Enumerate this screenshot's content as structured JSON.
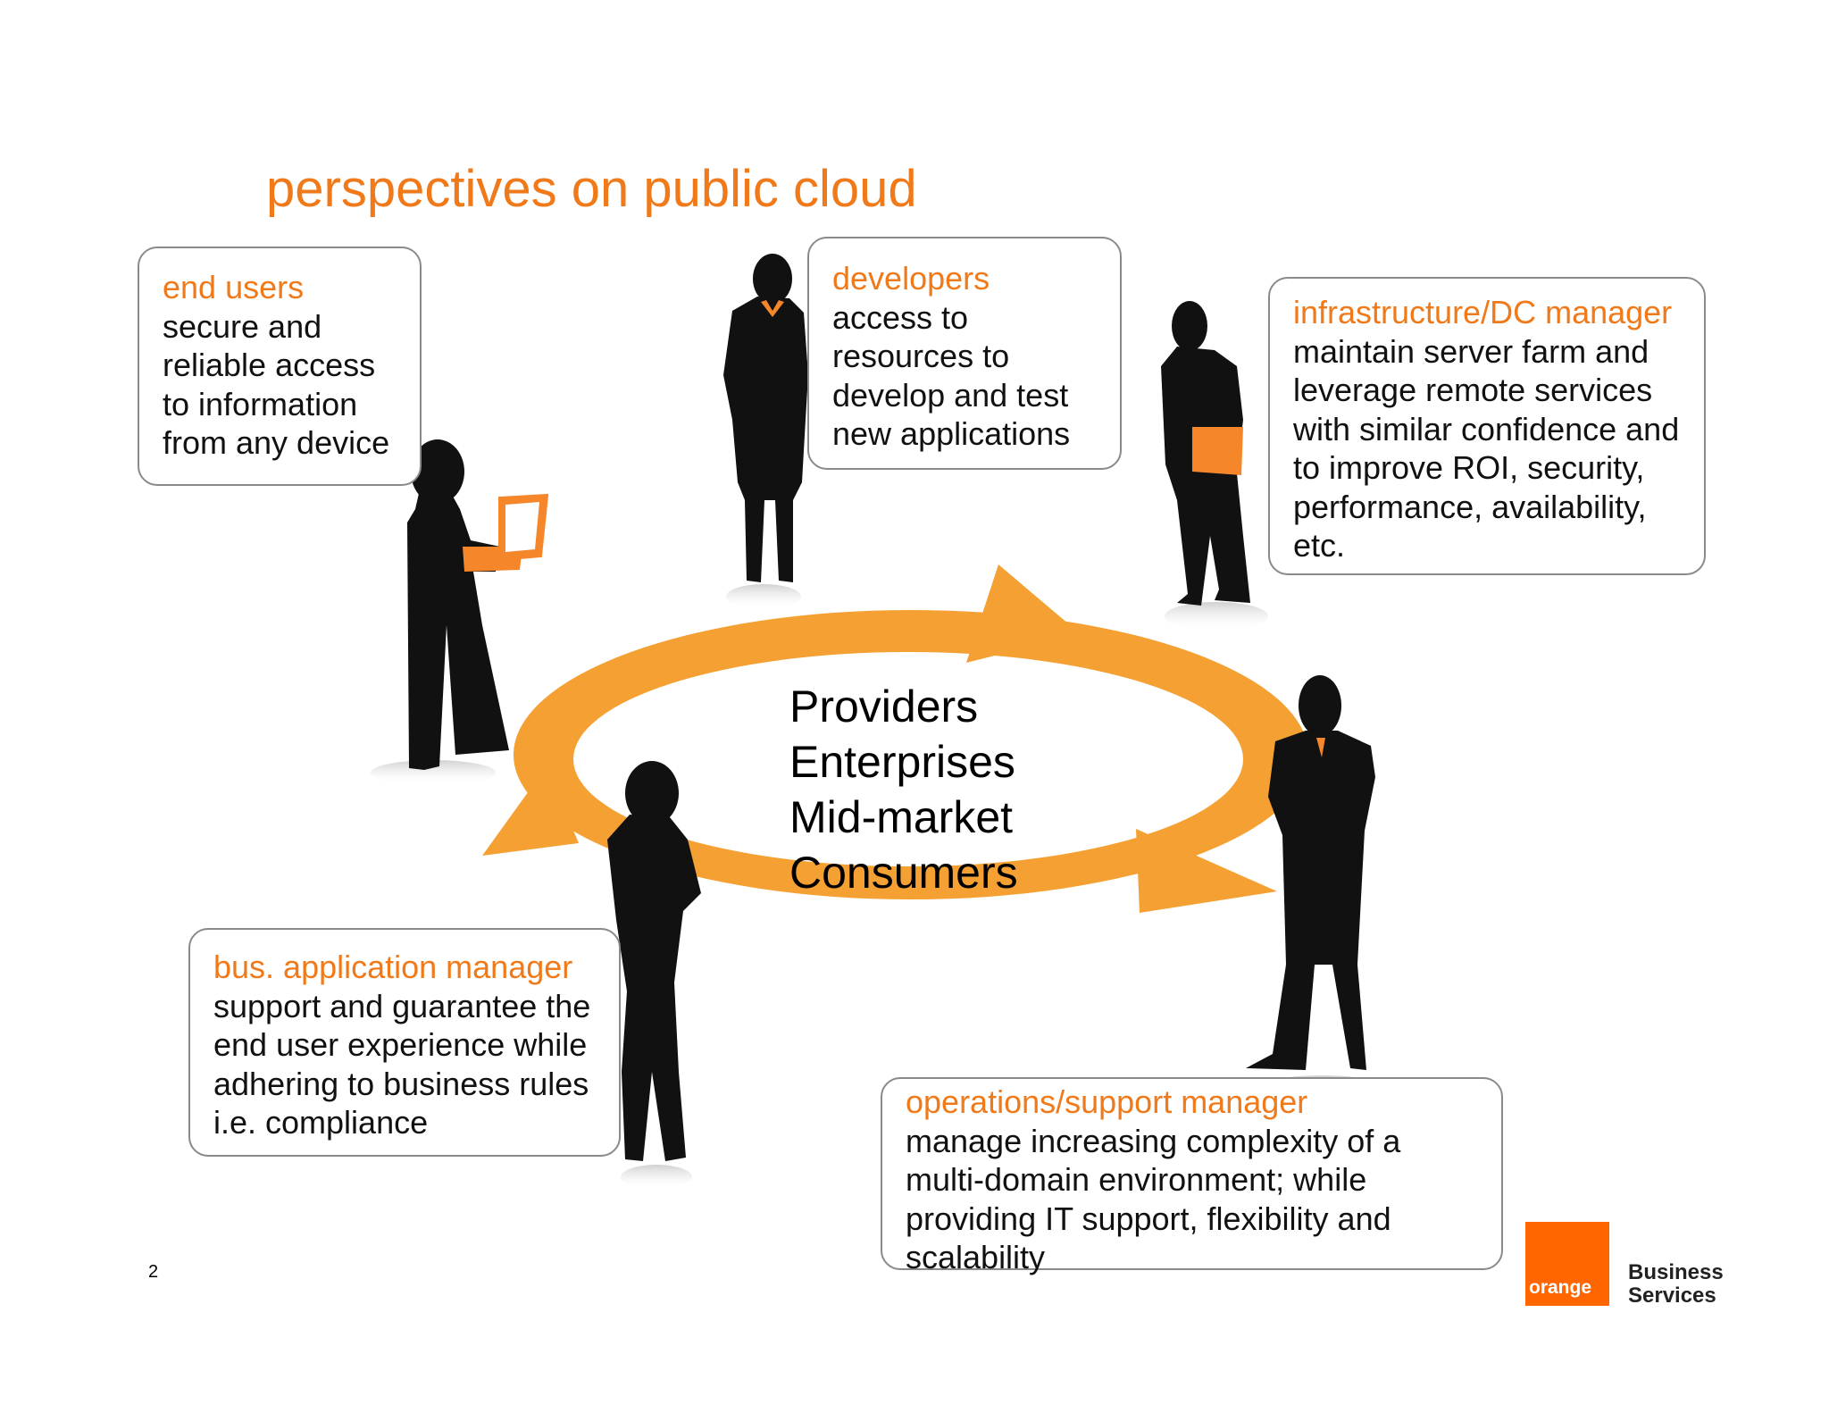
{
  "title": "perspectives on public cloud",
  "boxes": {
    "end_users": {
      "heading": "end users",
      "text": "secure and\nreliable access\nto information\nfrom any device"
    },
    "developers": {
      "heading": "developers",
      "text": "access to\nresources to\ndevelop and test\nnew applications"
    },
    "infrastructure": {
      "heading": "infrastructure/DC manager",
      "text": "maintain server farm and\nleverage remote services\nwith similar confidence and\nto improve ROI, security,\nperformance, availability,\netc."
    },
    "bus_app": {
      "heading": "bus. application manager",
      "text": "support and guarantee the\nend user experience while\nadhering to business rules\ni.e. compliance"
    },
    "operations": {
      "heading": "operations/support manager",
      "text": "manage increasing complexity of a\nmulti-domain environment; while\nproviding IT support, flexibility and\nscalability"
    }
  },
  "center": [
    "Providers",
    "Enterprises",
    "Mid-market",
    "Consumers"
  ],
  "page_number": "2",
  "logo": {
    "word": "orange",
    "line1": "Business",
    "line2": "Services"
  },
  "colors": {
    "accent": "#f07a1a",
    "cycle": "#f5a032",
    "brand": "#ff6600",
    "silhouette": "#111111"
  }
}
